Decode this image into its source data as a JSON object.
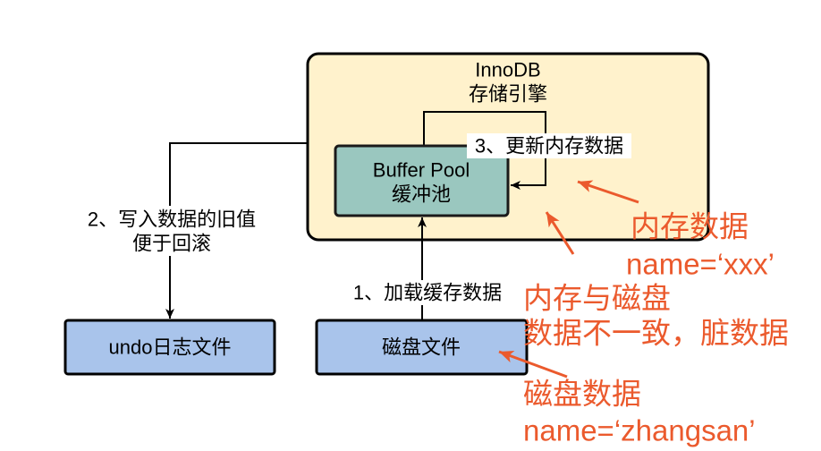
{
  "diagram": {
    "engine": {
      "title": "InnoDB",
      "subtitle": "存储引擎"
    },
    "buffer_pool": {
      "title": "Buffer Pool",
      "subtitle": "缓冲池"
    },
    "undo_log": {
      "label": "undo日志文件"
    },
    "disk_file": {
      "label": "磁盘文件"
    },
    "steps": {
      "load": "1、加载缓存数据",
      "write_old": {
        "line1": "2、写入数据的旧值",
        "line2": "便于回滚"
      },
      "update": "3、更新内存数据"
    },
    "annotations": {
      "memory": {
        "line1": "内存数据",
        "line2": "name=‘xxx’"
      },
      "inconsistency": {
        "line1": "内存与磁盘",
        "line2": "数据不一致，脏数据"
      },
      "disk": {
        "line1": "磁盘数据",
        "line2": "name=‘zhangsan’"
      }
    }
  },
  "colors": {
    "engine_fill": "#FFF2CC",
    "buffer_pool_fill": "#9AC7BF",
    "file_fill": "#A9C4EB",
    "annotation": "#EB5A2D"
  }
}
